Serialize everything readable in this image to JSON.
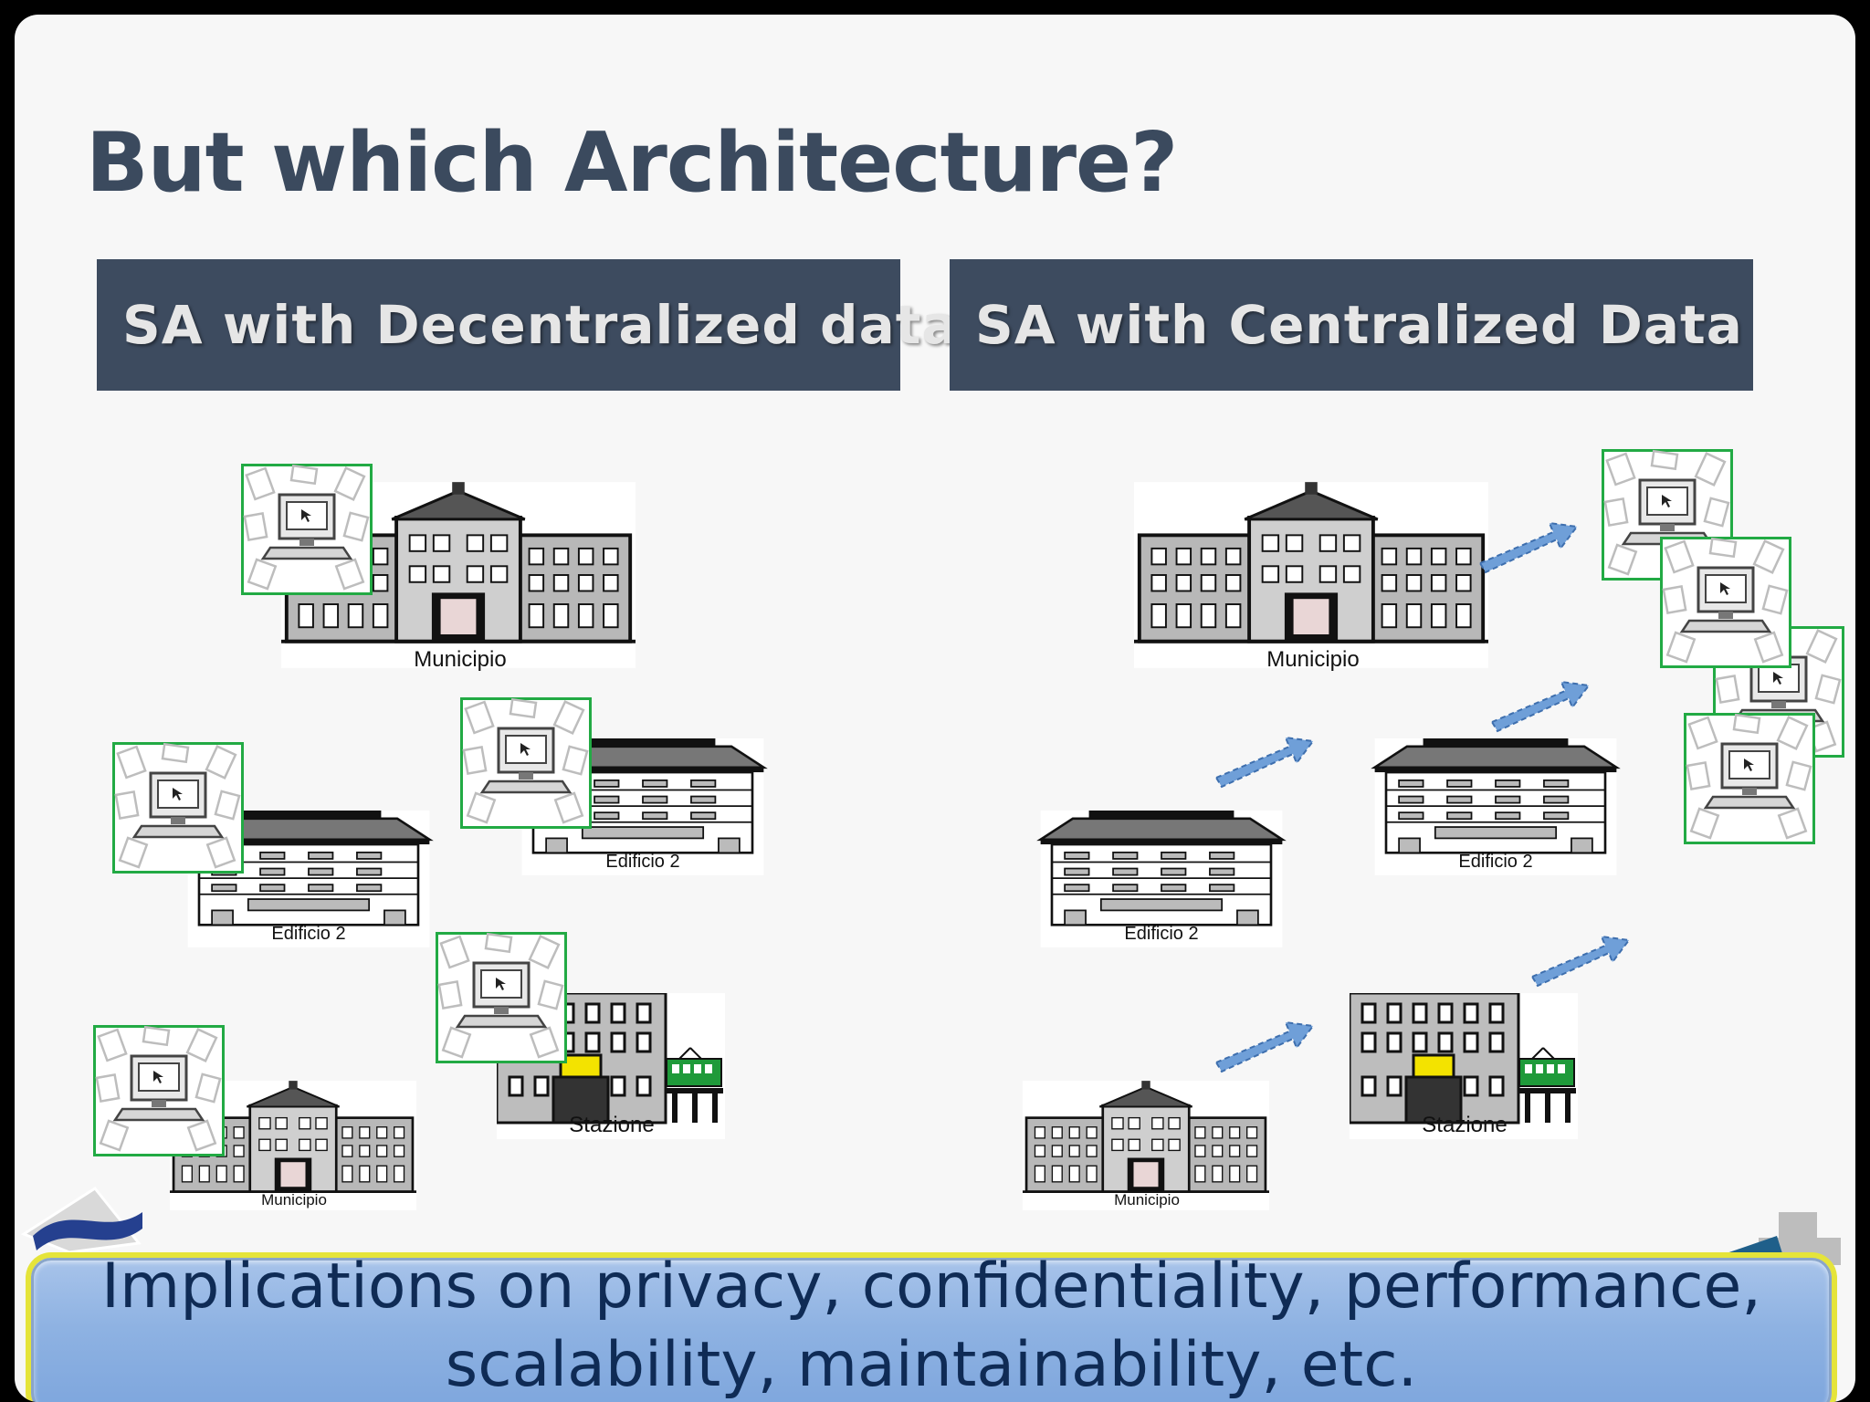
{
  "slide": {
    "title": "But which Architecture?",
    "left_header": "SA with Decentralized data",
    "right_header": "SA with Centralized Data",
    "banner_line1": "Implications on privacy, confidentiality, performance,",
    "banner_line2": "scalability, maintainability, etc."
  },
  "buildings": {
    "municipio": "Municipio",
    "edificio": "Edificio 2",
    "stazione": "Stazione"
  },
  "colors": {
    "header_bg": "#3d4b5f",
    "title": "#3b4a5e",
    "arrow": "#6f9fd8",
    "client_border": "#22aa44",
    "banner_border": "#e5e43a"
  }
}
